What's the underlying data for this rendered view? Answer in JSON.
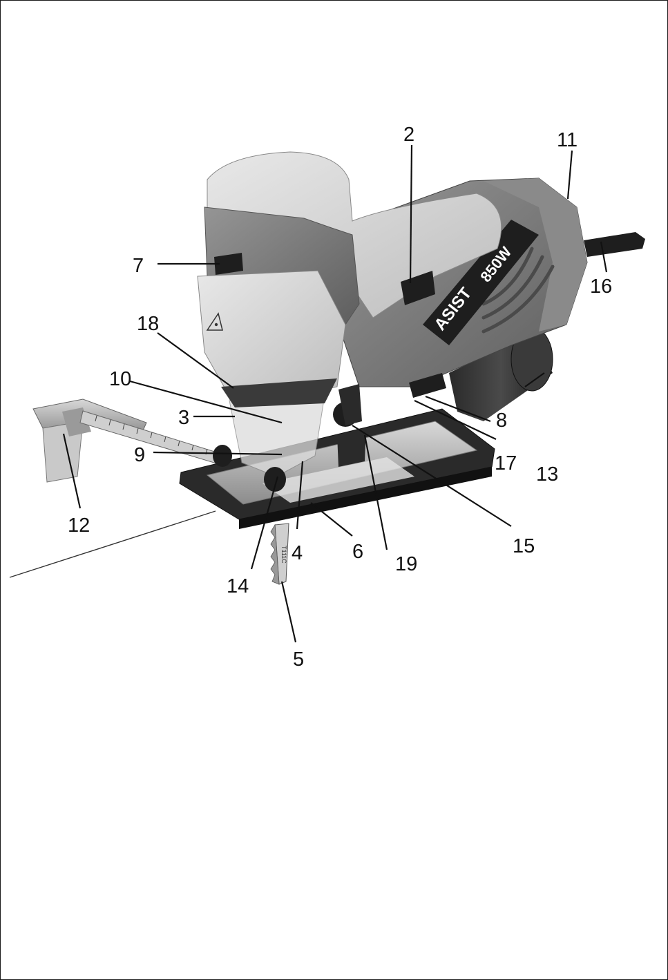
{
  "figure": {
    "brand": "ASIST",
    "power_rating": "850W",
    "blade_marking": "T111C"
  },
  "callouts": [
    "2",
    "11",
    "7",
    "16",
    "18",
    "10",
    "3",
    "9",
    "8",
    "17",
    "13",
    "12",
    "4",
    "6",
    "19",
    "15",
    "14",
    "5"
  ],
  "colors": {
    "light_housing": "#d6d6d6",
    "dark_housing": "#7d7d7d",
    "black_parts": "#1e1e1e",
    "metal": "#b4b4b4",
    "label_ink": "#111111"
  }
}
